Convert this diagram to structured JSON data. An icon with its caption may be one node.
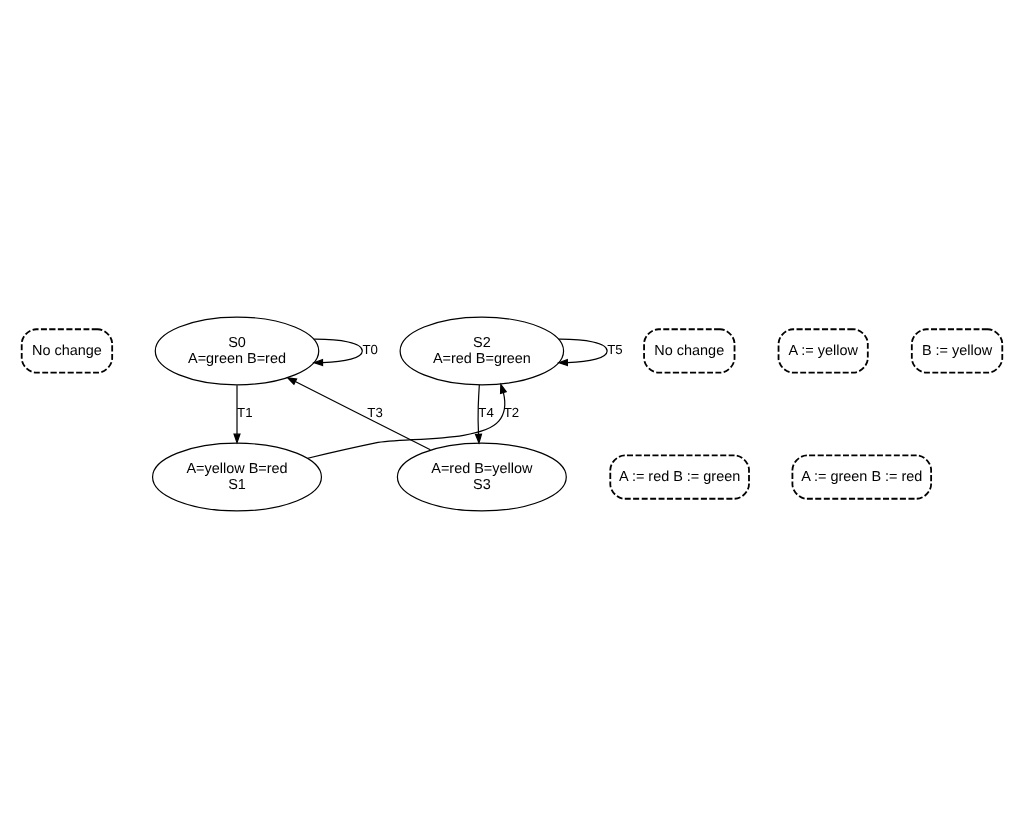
{
  "diagram": {
    "nodes": [
      {
        "text": [
          "No change"
        ]
      },
      {
        "text": [
          "S0",
          "A=green B=red"
        ]
      },
      {
        "text": [
          "No change"
        ]
      },
      {
        "text": [
          "S2",
          "A=red B=green"
        ]
      },
      {
        "text": [
          "A := yellow"
        ]
      },
      {
        "text": [
          "B := yellow"
        ]
      },
      {
        "text": [
          "A := red B := green"
        ]
      },
      {
        "text": [
          "A := green B := red"
        ]
      },
      {
        "text": [
          "A=yellow B=red",
          "S1"
        ]
      },
      {
        "text": [
          "A=red B=yellow",
          "S3"
        ]
      }
    ],
    "edges": [
      {
        "from": 1,
        "to": 1,
        "arrow": "to",
        "label": "T0"
      },
      {
        "from": 1,
        "to": 8,
        "arrow": "to",
        "label": "T1"
      },
      {
        "from": 8,
        "to": 3,
        "arrow": "to",
        "label": "T2"
      },
      {
        "from": 9,
        "to": 1,
        "arrow": "to",
        "label": "T3"
      },
      {
        "from": 3,
        "to": 9,
        "arrow": "to",
        "label": "T4"
      },
      {
        "from": 3,
        "to": 3,
        "arrow": "to",
        "label": "T5"
      }
    ]
  }
}
